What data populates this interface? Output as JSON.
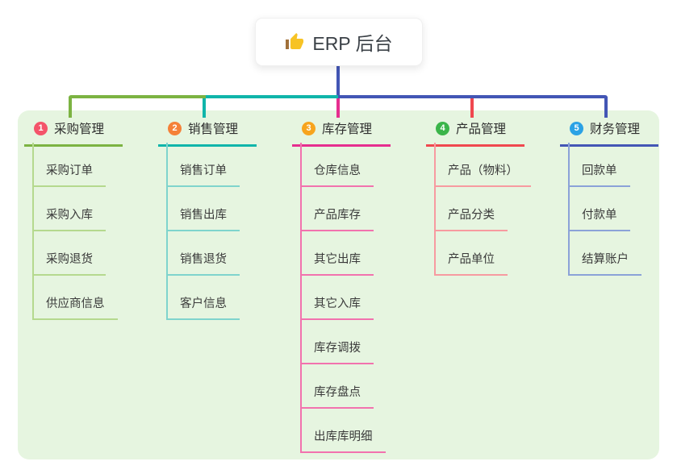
{
  "root": {
    "icon": "thumbs-up",
    "label": "ERP 后台"
  },
  "branches": [
    {
      "number": "1",
      "label": "采购管理",
      "color": "#7cb342",
      "light_color": "#b5d98e",
      "badge_color": "#f4546a",
      "items": [
        "采购订单",
        "采购入库",
        "采购退货",
        "供应商信息"
      ]
    },
    {
      "number": "2",
      "label": "销售管理",
      "color": "#10b5aa",
      "light_color": "#7fd4cd",
      "badge_color": "#f58138",
      "items": [
        "销售订单",
        "销售出库",
        "销售退货",
        "客户信息"
      ]
    },
    {
      "number": "3",
      "label": "库存管理",
      "color": "#e62e8f",
      "light_color": "#f272ae",
      "badge_color": "#f7a41d",
      "items": [
        "仓库信息",
        "产品库存",
        "其它出库",
        "其它入库",
        "库存调拨",
        "库存盘点",
        "出库库明细"
      ]
    },
    {
      "number": "4",
      "label": "产品管理",
      "color": "#f0484f",
      "light_color": "#f79aa0",
      "badge_color": "#3bb54a",
      "items": [
        "产品（物料）",
        "产品分类",
        "产品单位"
      ]
    },
    {
      "number": "5",
      "label": "财务管理",
      "color": "#4356b5",
      "light_color": "#8ba2d8",
      "badge_color": "#2ba2e5",
      "items": [
        "回款单",
        "付款单",
        "结算账户"
      ]
    }
  ],
  "connector_colors": {
    "trunk": "#4356b5",
    "bus_left": "#7cb342",
    "bus_middle": "#10b5aa",
    "bus_right": "#4356b5"
  },
  "canvas": {
    "background": "#ffffff",
    "panel_background": "#e6f5e0"
  }
}
